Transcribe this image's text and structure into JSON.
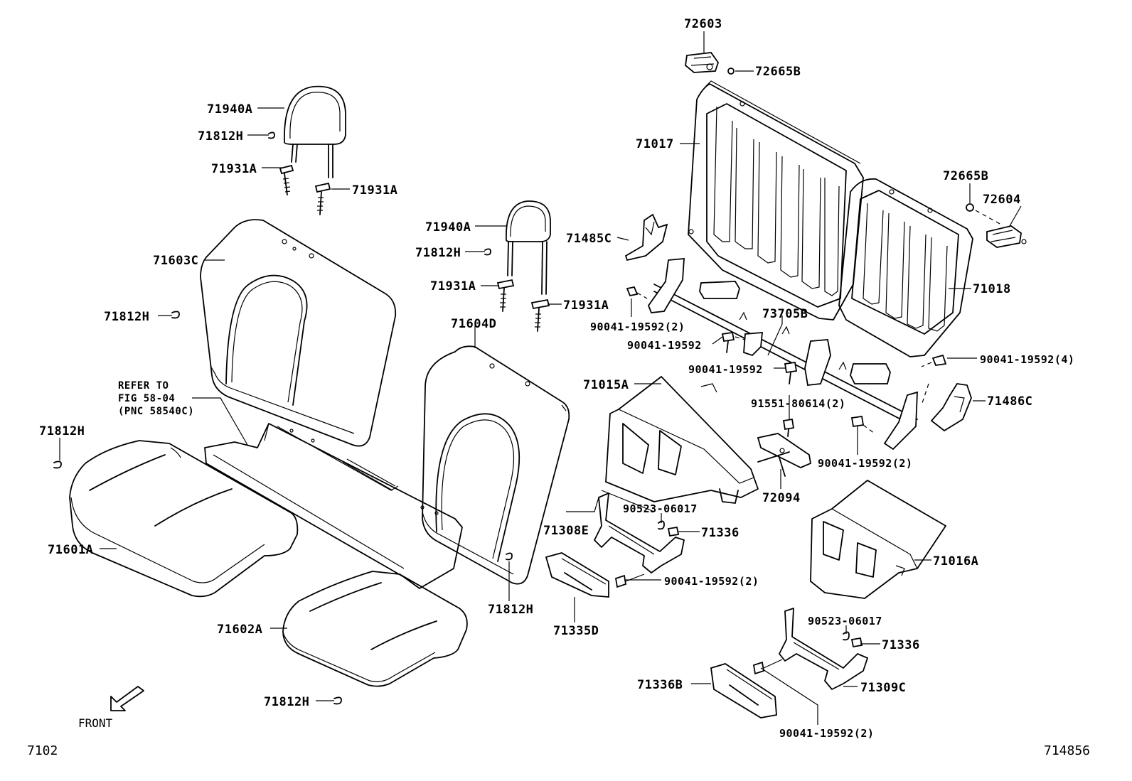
{
  "labels": {
    "l72603": "72603",
    "l72665b_top": "72665B",
    "l71940a_1": "71940A",
    "l71812h_1": "71812H",
    "l71931a_1": "71931A",
    "l71931a_2": "71931A",
    "l71017": "71017",
    "l72665b_right": "72665B",
    "l72604": "72604",
    "l71940a_2": "71940A",
    "l71485c": "71485C",
    "l71812h_2": "71812H",
    "l71603c": "71603C",
    "l71931a_3": "71931A",
    "l71931a_4": "71931A",
    "l71018": "71018",
    "l71812h_3": "71812H",
    "l73705b": "73705B",
    "l90041_a": "90041-19592(2)",
    "l71604d": "71604D",
    "l90041_b": "90041-19592",
    "l90041_c": "90041-19592(4)",
    "l90041_d": "90041-19592",
    "l71015a": "71015A",
    "l71486c": "71486C",
    "l91551": "91551-80614(2)",
    "l71812h_4": "71812H",
    "l90041_e": "90041-19592(2)",
    "l72094": "72094",
    "l90523_1": "90523-06017",
    "l71308e": "71308E",
    "l71336_1": "71336",
    "l71601a": "71601A",
    "l71016a": "71016A",
    "l90041_f": "90041-19592(2)",
    "l71812h_5": "71812H",
    "l71335d": "71335D",
    "l90523_2": "90523-06017",
    "l71602a": "71602A",
    "l71336_2": "71336",
    "l71336b": "71336B",
    "l71309c": "71309C",
    "l71812h_6": "71812H",
    "l90041_g": "90041-19592(2)"
  },
  "refer_note": {
    "line1": "REFER TO",
    "line2": "FIG 58-04",
    "line3": "(PNC 58540C)"
  },
  "front_label": "FRONT",
  "footer": {
    "left_code": "7102",
    "right_code": "714856"
  }
}
